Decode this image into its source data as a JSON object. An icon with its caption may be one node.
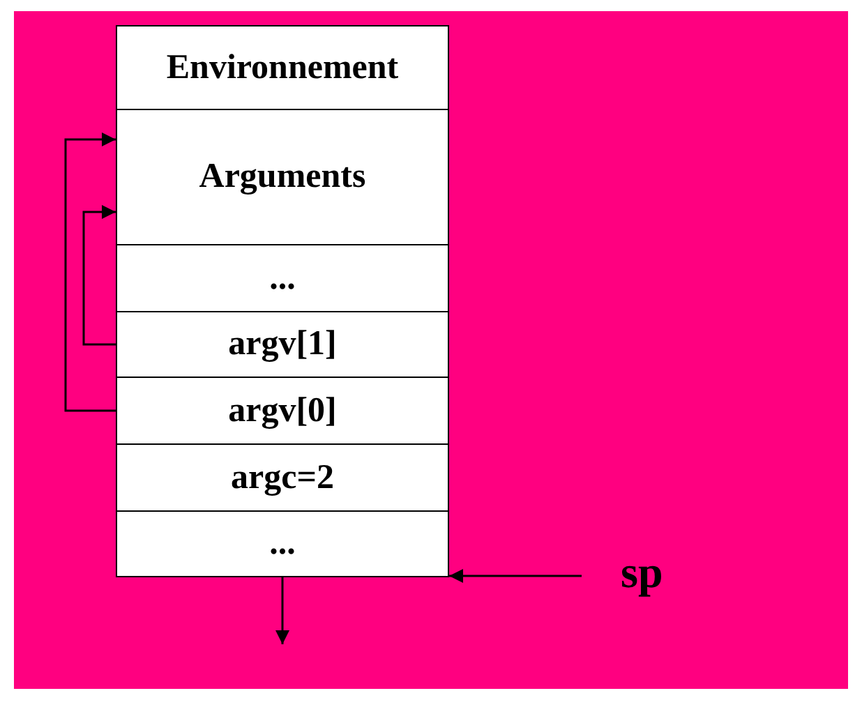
{
  "diagram": {
    "nodes": [
      {
        "text": [
          "Environnement"
        ]
      },
      {
        "text": [
          "Arguments"
        ]
      },
      {
        "text": [
          "..."
        ]
      },
      {
        "text": [
          "argv[1]"
        ]
      },
      {
        "text": [
          "argv[0]"
        ]
      },
      {
        "text": [
          "argc=2"
        ]
      },
      {
        "text": [
          "..."
        ]
      },
      {
        "text": [
          "sp"
        ]
      }
    ],
    "edges": [
      {
        "from": 3,
        "to": 1,
        "arrow": "to"
      },
      {
        "from": 4,
        "to": 1,
        "arrow": "to"
      },
      {
        "from": 7,
        "to": 6,
        "arrow": "to"
      },
      {
        "from": 6,
        "to": null,
        "arrow": "to"
      }
    ]
  }
}
